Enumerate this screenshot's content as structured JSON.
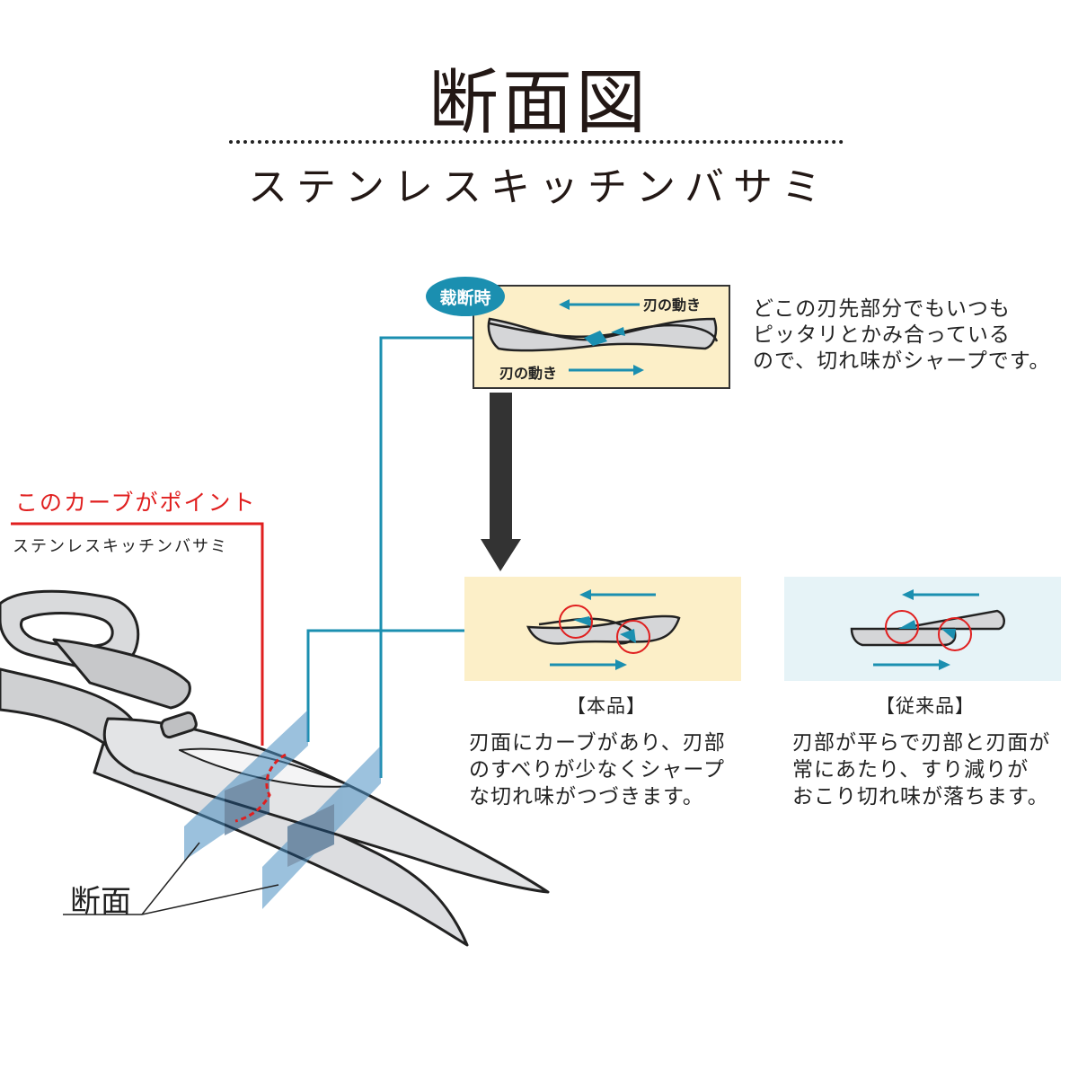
{
  "header": {
    "title": "断面図",
    "subtitle": "ステンレスキッチンバサミ"
  },
  "cut_diagram": {
    "badge": "裁断時",
    "motion_top": "刃の動き",
    "motion_bottom": "刃の動き",
    "description": [
      "どこの刃先部分でもいつも",
      "ピッタリとかみ合っている",
      "ので、切れ味がシャープです。"
    ]
  },
  "scissors": {
    "point_label": "このカーブがポイント",
    "product_name": "ステンレスキッチンバサミ",
    "section_label": "断面"
  },
  "comparison": {
    "product": {
      "label": "【本品】",
      "description": [
        "刃面にカーブがあり、刃部",
        "のすべりが少なくシャープ",
        "な切れ味がつづきます。"
      ]
    },
    "conventional": {
      "label": "【従来品】",
      "description": [
        "刃部が平らで刃部と刃面が",
        "常にあたり、すり減りが",
        "おこり切れ味が落ちます。"
      ]
    }
  },
  "colors": {
    "teal": "#1b8fb0",
    "red": "#e01f1f",
    "cream": "#fcefc8",
    "light_blue": "#e6f3f7",
    "arrow": "#333333"
  }
}
